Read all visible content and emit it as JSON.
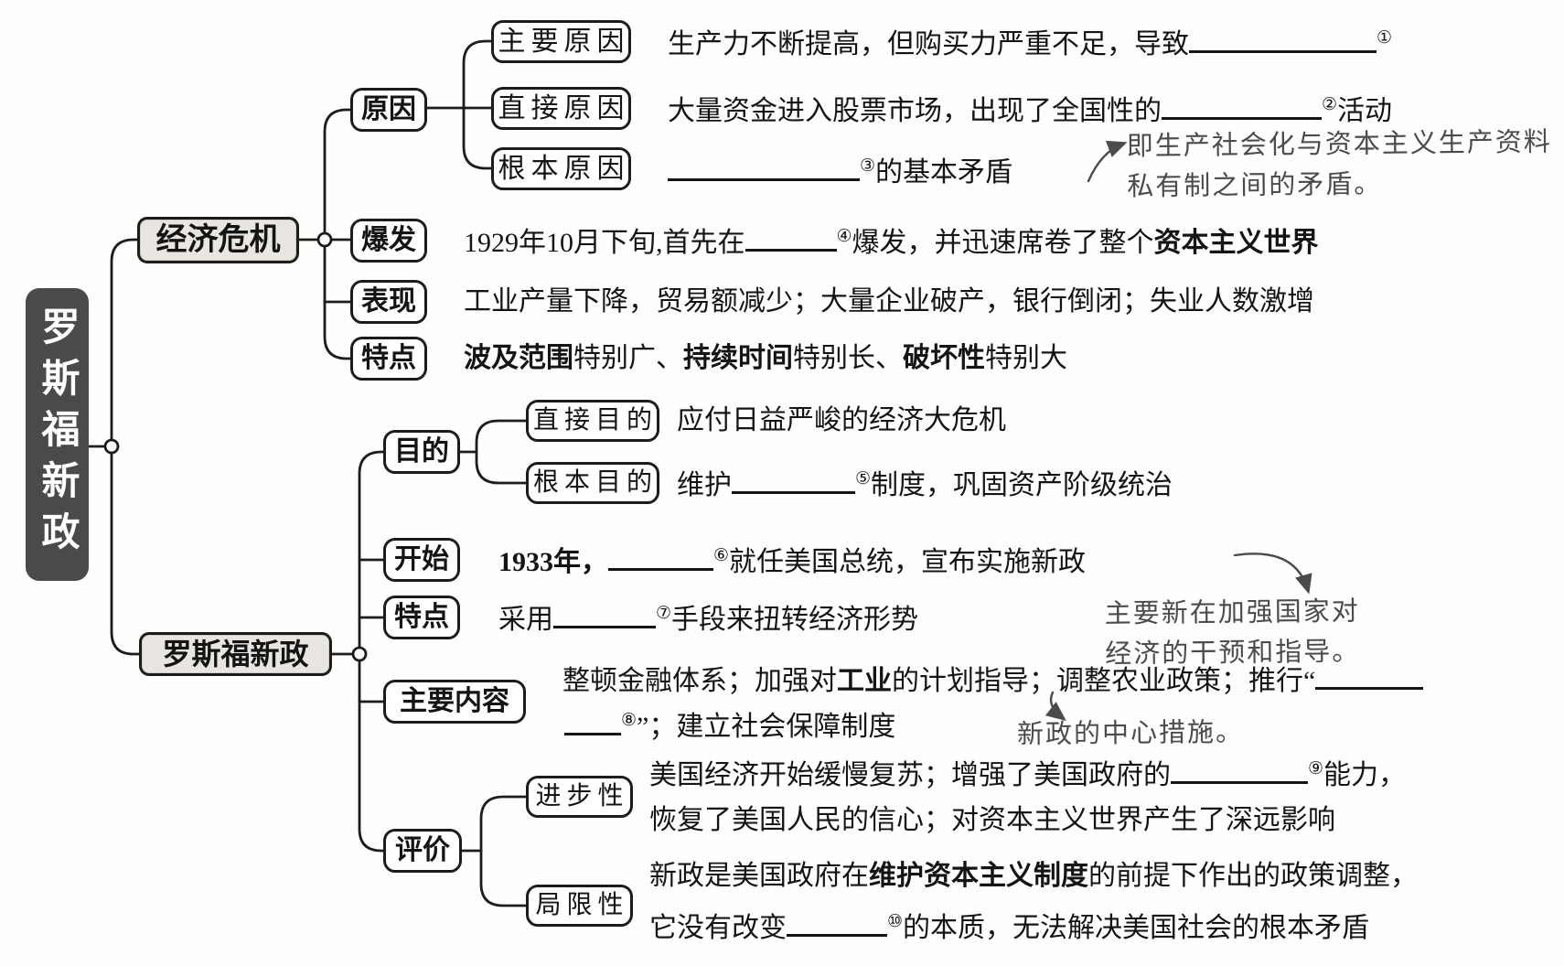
{
  "root": {
    "label": "罗斯福新政"
  },
  "nodes": {
    "crisis": {
      "label": "经济危机"
    },
    "newdeal": {
      "label": "罗斯福新政"
    },
    "cause": {
      "label": "原因"
    },
    "cause_main": {
      "label": "主要原因"
    },
    "cause_direct": {
      "label": "直接原因"
    },
    "cause_root": {
      "label": "根本原因"
    },
    "outbreak": {
      "label": "爆发"
    },
    "manifestation": {
      "label": "表现"
    },
    "feature1": {
      "label": "特点"
    },
    "purpose": {
      "label": "目的"
    },
    "purpose_direct": {
      "label": "直接目的"
    },
    "purpose_root": {
      "label": "根本目的"
    },
    "start": {
      "label": "开始"
    },
    "feature2": {
      "label": "特点"
    },
    "main_content": {
      "label": "主要内容"
    },
    "evaluation": {
      "label": "评价"
    },
    "progress": {
      "label": "进步性"
    },
    "limitation": {
      "label": "局限性"
    }
  },
  "rows": [
    {
      "id": "cause-main-text",
      "segments": [
        {
          "t": "生产力不断提高，但购买力严重不足，导致"
        },
        {
          "blank": 205
        },
        {
          "sup": "①"
        }
      ]
    },
    {
      "id": "cause-direct-text",
      "segments": [
        {
          "t": "大量资金进入股票市场，出现了全国性的"
        },
        {
          "blank": 175
        },
        {
          "sup": "②"
        },
        {
          "t": "活动"
        }
      ]
    },
    {
      "id": "cause-root-text",
      "segments": [
        {
          "blank": 210
        },
        {
          "sup": "③"
        },
        {
          "t": "的基本矛盾"
        }
      ]
    },
    {
      "id": "outbreak-text",
      "segments": [
        {
          "t": "1929年10月下旬,首先在"
        },
        {
          "blank": 100
        },
        {
          "sup": "④"
        },
        {
          "t": "爆发，并迅速席卷了整个"
        },
        {
          "t": "资本主义世界",
          "b": true
        }
      ]
    },
    {
      "id": "manifestation-text",
      "segments": [
        {
          "t": "工业产量下降，贸易额减少；大量企业破产，银行倒闭；失业人数激增"
        }
      ]
    },
    {
      "id": "feature1-text",
      "segments": [
        {
          "t": "波及范围",
          "b": true
        },
        {
          "t": "特别广、"
        },
        {
          "t": "持续时间",
          "b": true
        },
        {
          "t": "特别长、"
        },
        {
          "t": "破坏性",
          "b": true
        },
        {
          "t": "特别大"
        }
      ]
    },
    {
      "id": "purpose-direct-text",
      "segments": [
        {
          "t": "应付日益严峻的经济大危机"
        }
      ]
    },
    {
      "id": "purpose-root-text",
      "segments": [
        {
          "t": "维护"
        },
        {
          "blank": 135
        },
        {
          "sup": "⑤"
        },
        {
          "t": "制度，巩固资产阶级统治"
        }
      ]
    },
    {
      "id": "start-text",
      "segments": [
        {
          "t": "1933年，",
          "b": true
        },
        {
          "blank": 115
        },
        {
          "sup": "⑥"
        },
        {
          "t": "就任美国总统，宣布实施新政"
        }
      ]
    },
    {
      "id": "feature2-text",
      "segments": [
        {
          "t": "采用"
        },
        {
          "blank": 112
        },
        {
          "sup": "⑦"
        },
        {
          "t": "手段来扭转经济形势"
        }
      ]
    },
    {
      "id": "content-line1",
      "segments": [
        {
          "t": "整顿金融体系；加强对"
        },
        {
          "t": "工业",
          "b": true
        },
        {
          "t": "的计划指导；调整农业政策；推行“"
        },
        {
          "blank": 118
        }
      ]
    },
    {
      "id": "content-line2",
      "segments": [
        {
          "blank": 62
        },
        {
          "sup": "⑧"
        },
        {
          "t": "”；建立社会保障制度"
        }
      ]
    },
    {
      "id": "progress-line1",
      "segments": [
        {
          "t": "美国经济开始缓慢复苏；增强了美国政府的"
        },
        {
          "blank": 150
        },
        {
          "sup": "⑨"
        },
        {
          "t": "能力，"
        }
      ]
    },
    {
      "id": "progress-line2",
      "segments": [
        {
          "t": "恢复了美国人民的信心；对资本主义世界产生了深远影响"
        }
      ]
    },
    {
      "id": "limitation-line1",
      "segments": [
        {
          "t": "新政是美国政府在"
        },
        {
          "t": "维护资本主义制度",
          "b": true
        },
        {
          "t": "的前提下作出的政策调整，"
        }
      ]
    },
    {
      "id": "limitation-line2",
      "segments": [
        {
          "t": "它没有改变"
        },
        {
          "blank": 110
        },
        {
          "sup": "⑩"
        },
        {
          "t": "的本质，无法解决美国社会的根本矛盾"
        }
      ]
    }
  ],
  "notes": [
    {
      "id": "note-basic-contradiction",
      "lines": [
        "即生产社会化与资本主义生产资料",
        "私有制之间的矛盾。"
      ]
    },
    {
      "id": "note-state-intervention",
      "lines": [
        "主要新在加强国家对",
        "经济的干预和指导。"
      ]
    },
    {
      "id": "note-central-measure",
      "lines": [
        "新政的中心措施。"
      ]
    }
  ],
  "colors": {
    "ink": "#1c1c1c",
    "branch_fill": "#e9e6e1",
    "root_fill": "#4a4a48",
    "handwriting": "#4b4b4b"
  }
}
